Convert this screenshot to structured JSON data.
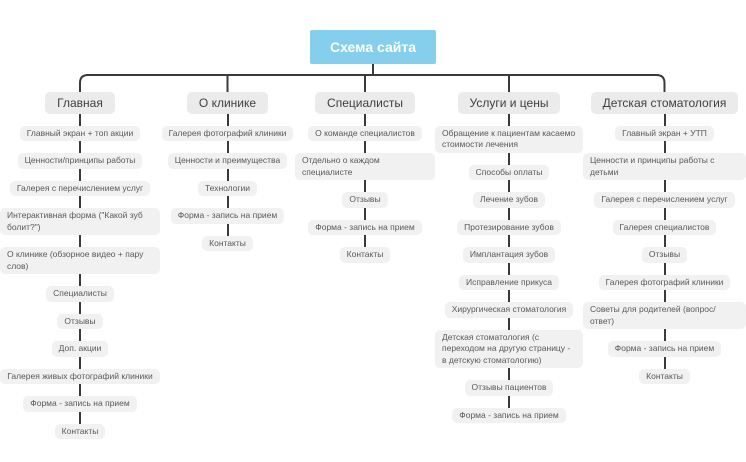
{
  "title": "Схема сайта",
  "colors": {
    "accent": "#85ceec",
    "title_text": "#ffffff",
    "header_bg": "#ebebeb",
    "header_text": "#404040",
    "node_bg": "#f1f1f1",
    "node_text": "#595959",
    "line": "#3a3a3a"
  },
  "columns": [
    {
      "header": "Главная",
      "items": [
        "Главный экран + топ акции",
        "Ценности/принципы работы",
        "Галерея с перечислением услуг",
        "Интерактивная форма (\"Какой зуб болит?\")",
        "О клинике (обзорное видео + пару слов)",
        "Специалисты",
        "Отзывы",
        "Доп. акции",
        "Галерея живых фотографий клиники",
        "Форма - запись на прием",
        "Контакты"
      ]
    },
    {
      "header": "О клинике",
      "items": [
        "Галерея фотографий клиники",
        "Ценности и преимущества",
        "Технологии",
        "Форма - запись на прием",
        "Контакты"
      ]
    },
    {
      "header": "Специалисты",
      "items": [
        "О команде специалистов",
        "Отдельно о каждом специалисте",
        "Отзывы",
        "Форма - запись на прием",
        "Контакты"
      ]
    },
    {
      "header": "Услуги и цены",
      "items": [
        "Обращение к пациентам касаемо стоимости лечения",
        "Способы оплаты",
        "Лечение зубов",
        "Протезирование зубов",
        "Имплантация зубов",
        "Исправление прикуса",
        "Хирургическая стоматология",
        "Детская стоматология (с переходом на другую страницу - в детскую стоматологию)",
        "Отзывы пациентов",
        "Форма - запись на прием"
      ]
    },
    {
      "header": "Детская стоматология",
      "items": [
        "Главный экран + УТП",
        "Ценности и принципы работы с детьми",
        "Галерея с перечислением услуг",
        "Галерея специалистов",
        "Отзывы",
        "Галерея фотографий клиники",
        "Советы для родителей (вопрос/ответ)",
        "Форма - запись на прием",
        "Контакты"
      ]
    }
  ]
}
